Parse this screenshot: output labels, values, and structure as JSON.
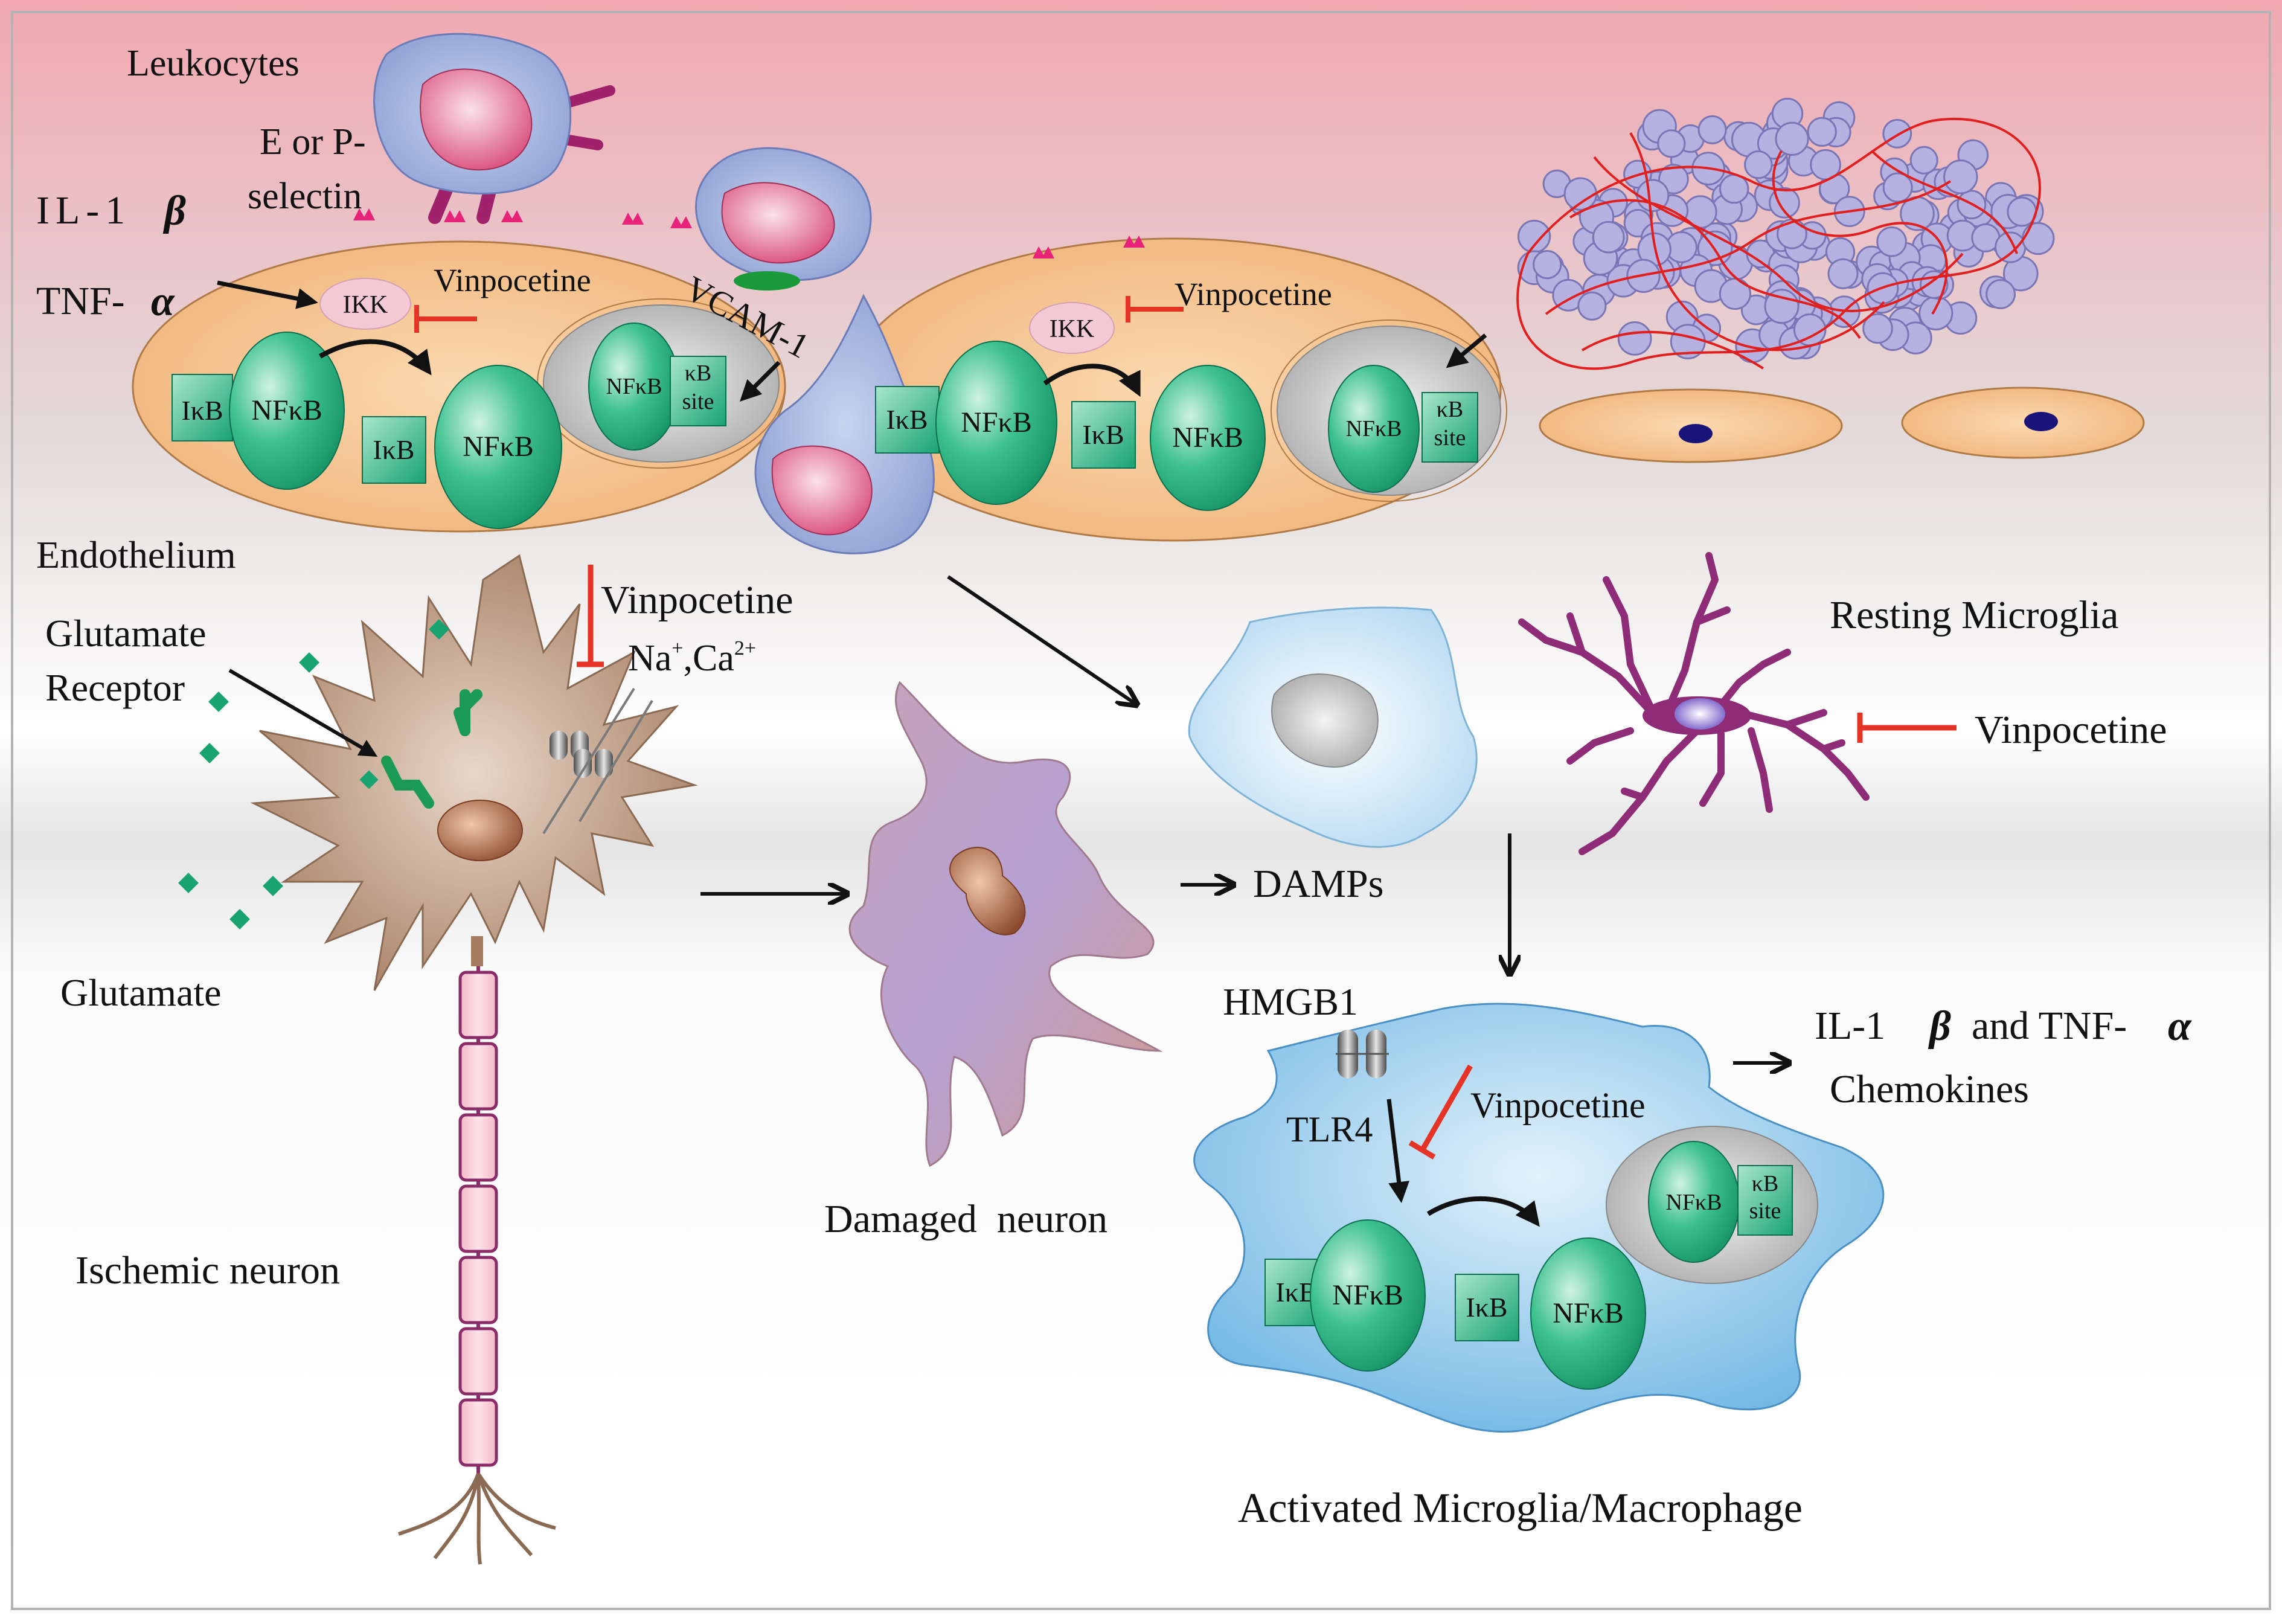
{
  "labels": {
    "leukocytes": "Leukocytes",
    "selectin_line1": "E or P-",
    "selectin_line2": "selectin",
    "il1b_top": "IL-1",
    "tnfa_top": "TNF-",
    "ikk": "IKK",
    "vinpocetine": "Vinpocetine",
    "vcam": "VCAM-1",
    "ikb": "IκB",
    "nfkb": "NFκB",
    "kb": "κB",
    "site": "site",
    "endothelium": "Endothelium",
    "glutamate_receptor_line1": "Glutamate",
    "glutamate_receptor_line2": "Receptor",
    "ion_channel": "Na+,Ca2+",
    "resting_microglia": "Resting Microglia",
    "glutamate": "Glutamate",
    "damps": "DAMPs",
    "hmgb1": "HMGB1",
    "tlr4": "TLR4",
    "cytokines_prefix": "IL-1",
    "cytokines_mid": "and TNF-",
    "chemokines": "Chemokines",
    "damaged_neuron": "Damaged  neuron",
    "ischemic_neuron": "Ischemic neuron",
    "activated_microglia": "Activated Microglia/Macrophage",
    "beta": "β",
    "alpha": "α"
  },
  "colors": {
    "inhibition": "#e53325",
    "nfkb_green": "#21b07f",
    "endothelium_orange": "#f7c08a",
    "microglia_blue": "#a9d3ef",
    "selectin_pink": "#e8237a",
    "resting_microglia_purple": "#8e2c78"
  }
}
